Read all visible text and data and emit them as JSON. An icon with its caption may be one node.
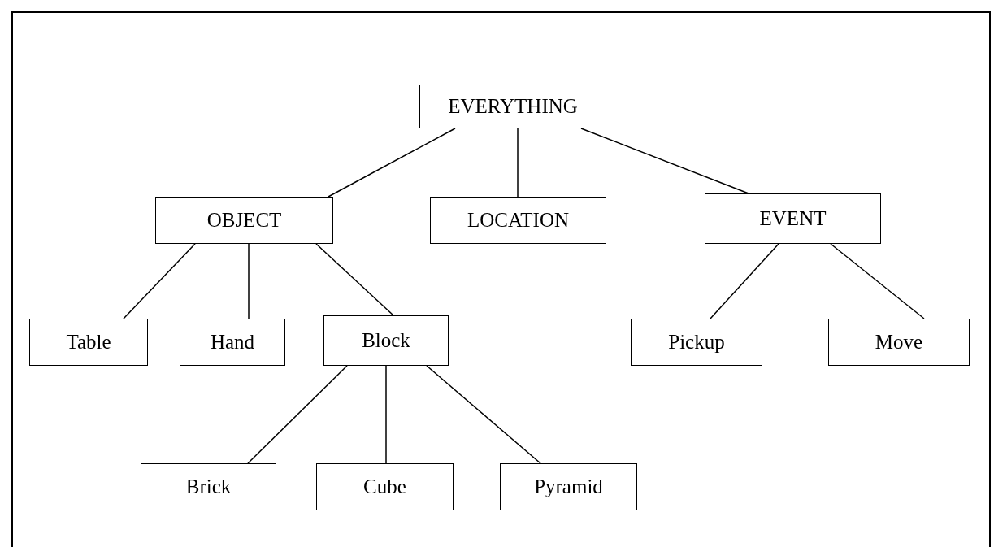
{
  "diagram": {
    "nodes": [
      {
        "text": [
          "EVERYTHING"
        ]
      },
      {
        "text": [
          "OBJECT"
        ]
      },
      {
        "text": [
          "LOCATION"
        ]
      },
      {
        "text": [
          "EVENT"
        ]
      },
      {
        "text": [
          "Table"
        ]
      },
      {
        "text": [
          "Hand"
        ]
      },
      {
        "text": [
          "Block"
        ]
      },
      {
        "text": [
          "Pickup"
        ]
      },
      {
        "text": [
          "Move"
        ]
      },
      {
        "text": [
          "Brick"
        ]
      },
      {
        "text": [
          "Cube"
        ]
      },
      {
        "text": [
          "Pyramid"
        ]
      }
    ],
    "edges": [
      {
        "from": 0,
        "to": 1,
        "arrow": "none"
      },
      {
        "from": 0,
        "to": 2,
        "arrow": "none"
      },
      {
        "from": 0,
        "to": 3,
        "arrow": "none"
      },
      {
        "from": 1,
        "to": 4,
        "arrow": "none"
      },
      {
        "from": 1,
        "to": 5,
        "arrow": "none"
      },
      {
        "from": 1,
        "to": 6,
        "arrow": "none"
      },
      {
        "from": 3,
        "to": 7,
        "arrow": "none"
      },
      {
        "from": 3,
        "to": 8,
        "arrow": "none"
      },
      {
        "from": 6,
        "to": 9,
        "arrow": "none"
      },
      {
        "from": 6,
        "to": 10,
        "arrow": "none"
      },
      {
        "from": 6,
        "to": 11,
        "arrow": "none"
      }
    ]
  }
}
